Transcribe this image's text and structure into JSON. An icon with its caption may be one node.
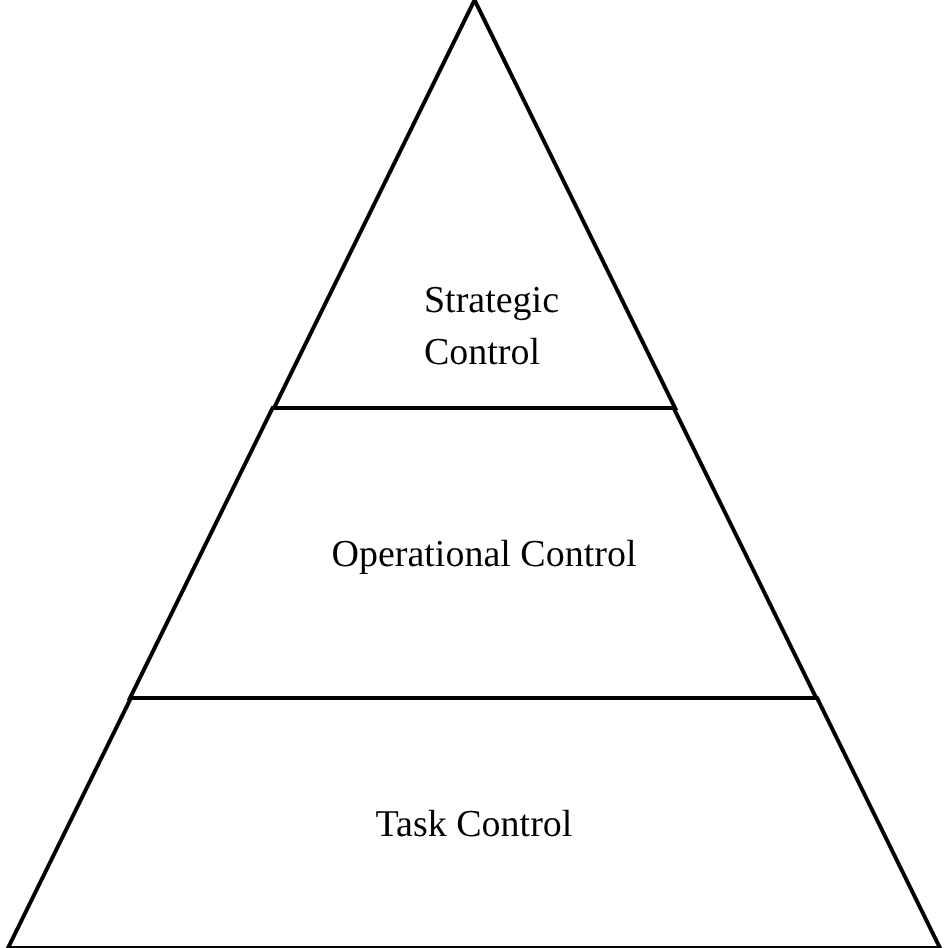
{
  "diagram": {
    "nodes": [
      {
        "text": [
          "Strategic Control"
        ]
      },
      {
        "text": [
          "Operational Control"
        ]
      },
      {
        "text": [
          "Task Control"
        ]
      }
    ]
  }
}
